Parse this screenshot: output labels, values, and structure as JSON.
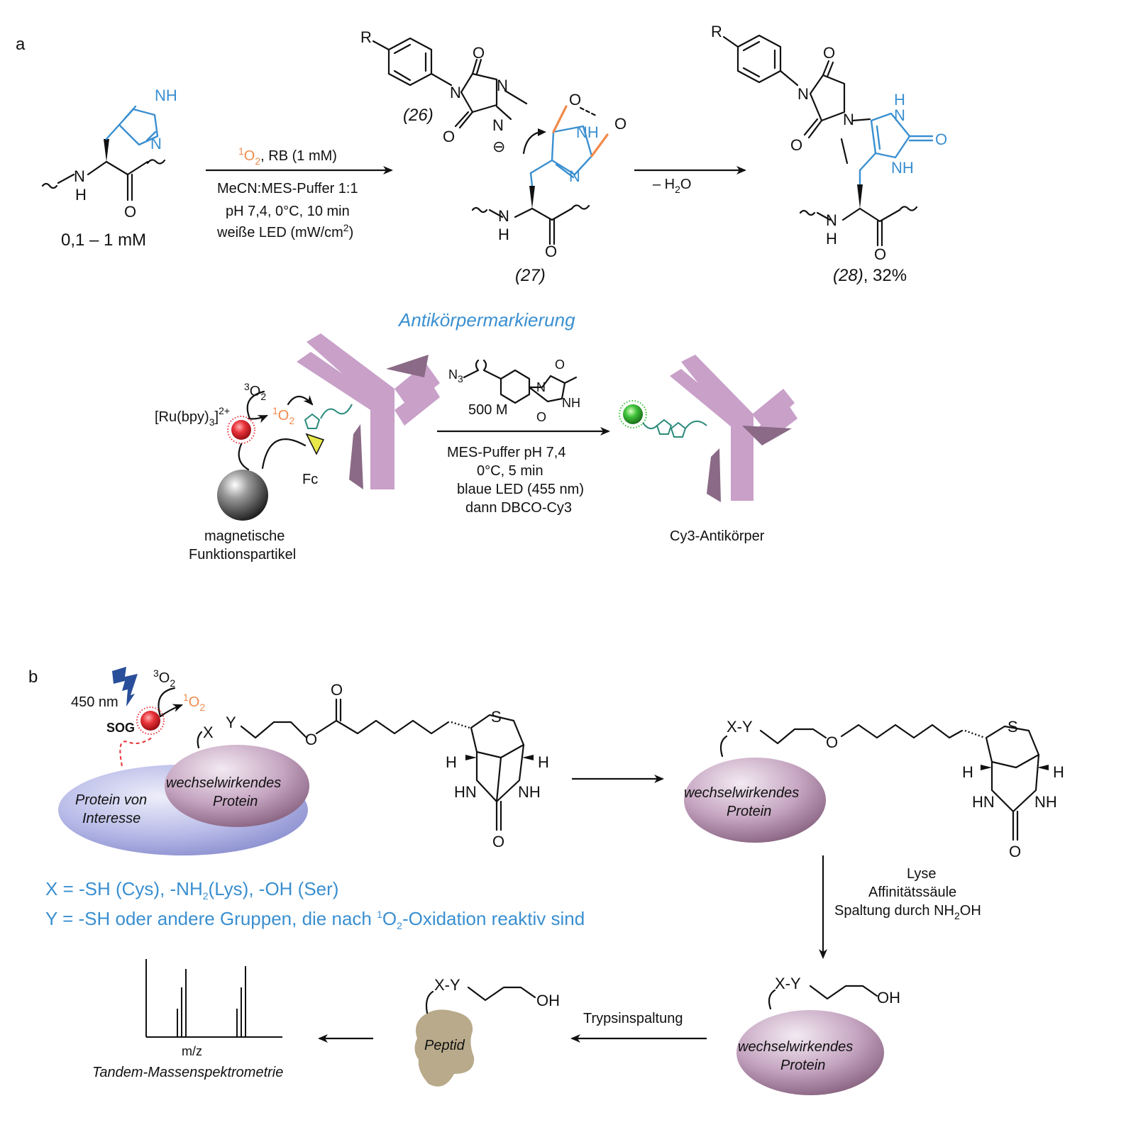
{
  "panel_a": {
    "label": "a",
    "his_nh": "NH",
    "his_n": "N",
    "his_h": "H",
    "his_o": "O",
    "his_n_backbone": "N",
    "conc": "0,1 – 1 mM",
    "cond_reagent_sup": "1",
    "cond_reagent_o": "O",
    "cond_reagent_sub": "2",
    "cond_reagent_rest": ", RB (1 mM)",
    "cond_line2": "MeCN:MES-Puffer 1:1",
    "cond_line3": "pH 7,4, 0°C, 10 min",
    "cond_line4_pre": "weiße LED (mW/cm",
    "cond_line4_sup": "2",
    "cond_line4_post": ")",
    "r_label": "R",
    "c26_label": "(26)",
    "c27_label": "(27)",
    "c28_label": "(28)",
    "c28_yield": ", 32%",
    "minus_h2o_pre": "– H",
    "minus_h2o_sub": "2",
    "minus_h2o_post": "O",
    "atom_o": "O",
    "atom_n": "N",
    "atom_nh": "NH",
    "atom_h": "H",
    "charge": "⊖",
    "antibody_title": "Antikörpermarkierung",
    "ru_label_pre": "[Ru(bpy)",
    "ru_label_sub": "3",
    "ru_label_post": "]",
    "ru_label_sup": "2+",
    "o2_triplet_sup": "3",
    "o2_triplet": "O",
    "o2_triplet_sub": "2",
    "o2_singlet_sup": "1",
    "o2_singlet": "O",
    "o2_singlet_sub": "2",
    "fc_label": "Fc",
    "particle_line1": "magnetische",
    "particle_line2": "Funktionspartikel",
    "reagent_n3": "N",
    "reagent_n3_sub": "3",
    "reagent_conc": "500   M",
    "ab_cond1": "MES-Puffer pH 7,4",
    "ab_cond2": "0°C, 5 min",
    "ab_cond3": "blaue LED (455 nm)",
    "ab_cond4": "dann DBCO-Cy3",
    "product_label": "Cy3-Antikörper"
  },
  "panel_b": {
    "label": "b",
    "wavelength": "450 nm",
    "o2_triplet_sup": "3",
    "o2_triplet": "O",
    "o2_triplet_sub": "2",
    "o2_singlet_sup": "1",
    "o2_singlet": "O",
    "o2_singlet_sub": "2",
    "sog": "SOG",
    "x": "X",
    "y": "Y",
    "xy": "X-Y",
    "s": "S",
    "h": "H",
    "hn": "HN",
    "nh": "NH",
    "o": "O",
    "oh": "OH",
    "poi_line1": "Protein von",
    "poi_line2": "Interesse",
    "ip_line1": "wechselwirkendes",
    "ip_line2": "Protein",
    "def_x": "X = -SH (Cys), -NH",
    "def_x_sub": "2",
    "def_x_rest": "(Lys), -OH (Ser)",
    "def_y_pre": "Y = -SH oder andere Gruppen, die nach ",
    "def_y_sup": "1",
    "def_y_o": "O",
    "def_y_sub": "2",
    "def_y_rest": "-Oxidation reaktiv sind",
    "step_lyse": "Lyse",
    "step_affin": "Affinitätssäule",
    "step_cleave_pre": "Spaltung durch NH",
    "step_cleave_sub": "2",
    "step_cleave_post": "OH",
    "trypsin": "Trypsinspaltung",
    "peptide": "Peptid",
    "mz": "m/z",
    "ms": "Tandem-Massenspektrometrie"
  },
  "colors": {
    "accent_blue": "#3a8fd0",
    "accent_orange": "#f08a4b",
    "antibody": "#c8a0c8",
    "antibody_dark": "#8a6a86",
    "poi_fill": "#b4b8e6",
    "ip_fill": "#b48fb0",
    "peptide_fill": "#b8aa8a"
  }
}
